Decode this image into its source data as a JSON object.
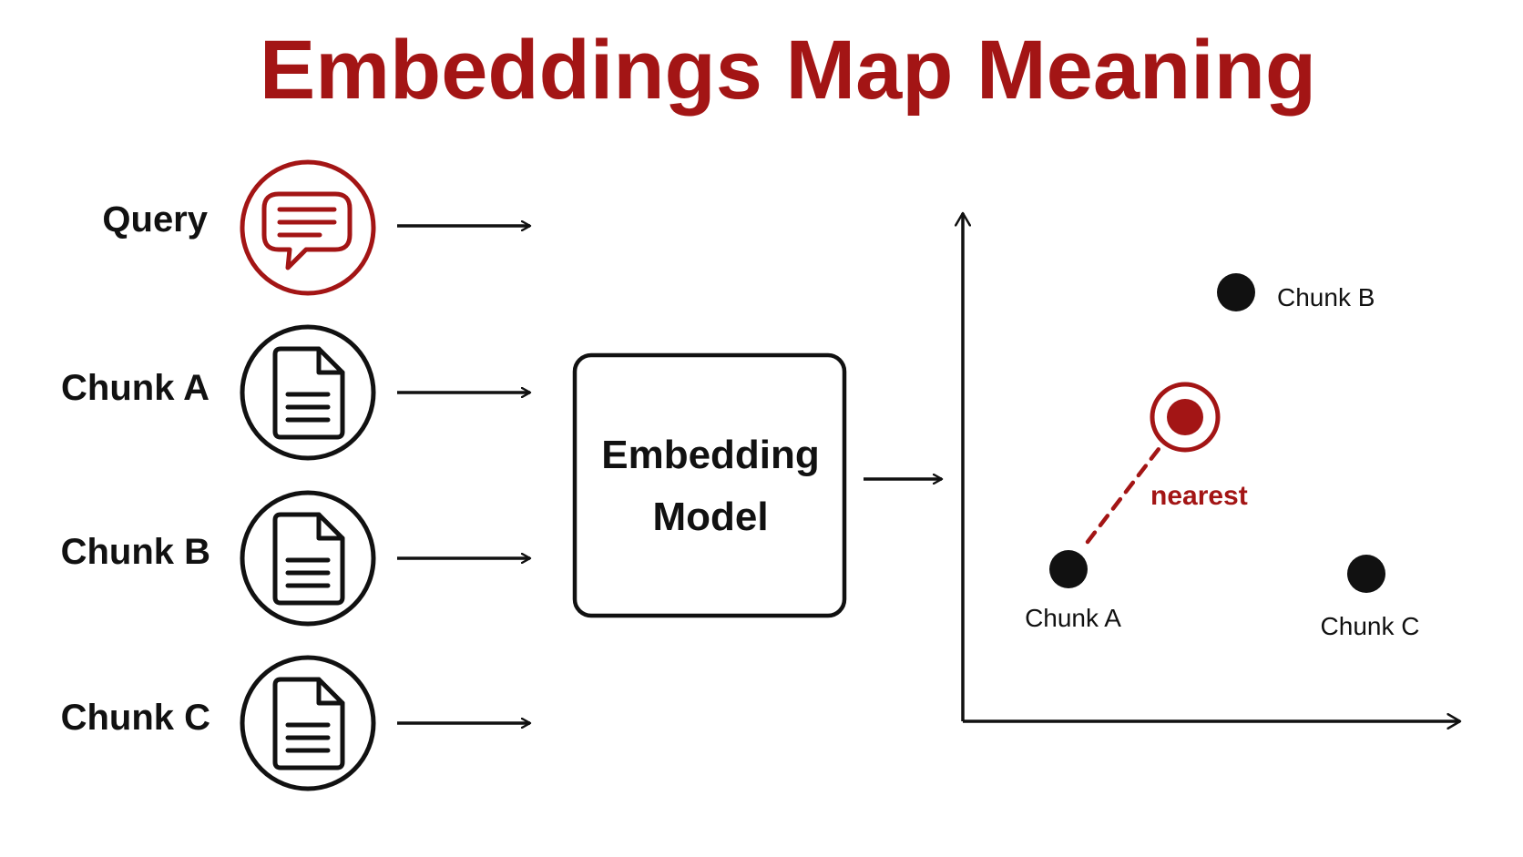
{
  "title": "Embeddings Map Meaning",
  "colors": {
    "accent": "#a31515",
    "ink": "#111111",
    "background": "#ffffff"
  },
  "inputs": [
    {
      "label": "Query",
      "icon": "chat-bubble-icon",
      "highlight": true
    },
    {
      "label": "Chunk A",
      "icon": "document-icon",
      "highlight": false
    },
    {
      "label": "Chunk B",
      "icon": "document-icon",
      "highlight": false
    },
    {
      "label": "Chunk C",
      "icon": "document-icon",
      "highlight": false
    }
  ],
  "model": {
    "line1": "Embedding",
    "line2": "Model"
  },
  "embedding_space": {
    "points": [
      {
        "label": "Chunk B"
      },
      {
        "label": "Chunk A"
      },
      {
        "label": "Chunk C"
      }
    ],
    "query_point": {
      "icon": "target-icon"
    },
    "nearest_label": "nearest"
  }
}
